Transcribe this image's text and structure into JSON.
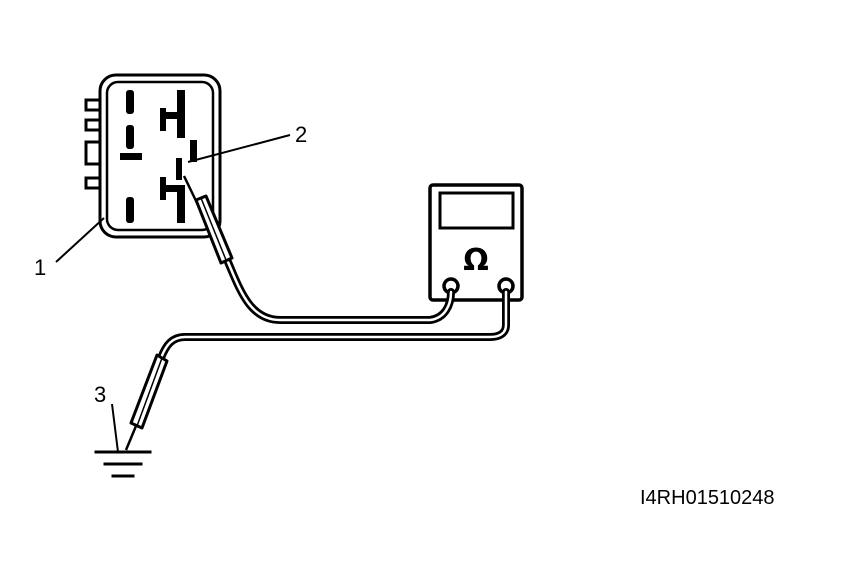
{
  "callouts": {
    "relay": "1",
    "terminal": "2",
    "ground": "3"
  },
  "meter": {
    "unit_symbol": "Ω"
  },
  "figure_id": "I4RH01510248",
  "colors": {
    "line": "#000000",
    "background": "#ffffff"
  }
}
